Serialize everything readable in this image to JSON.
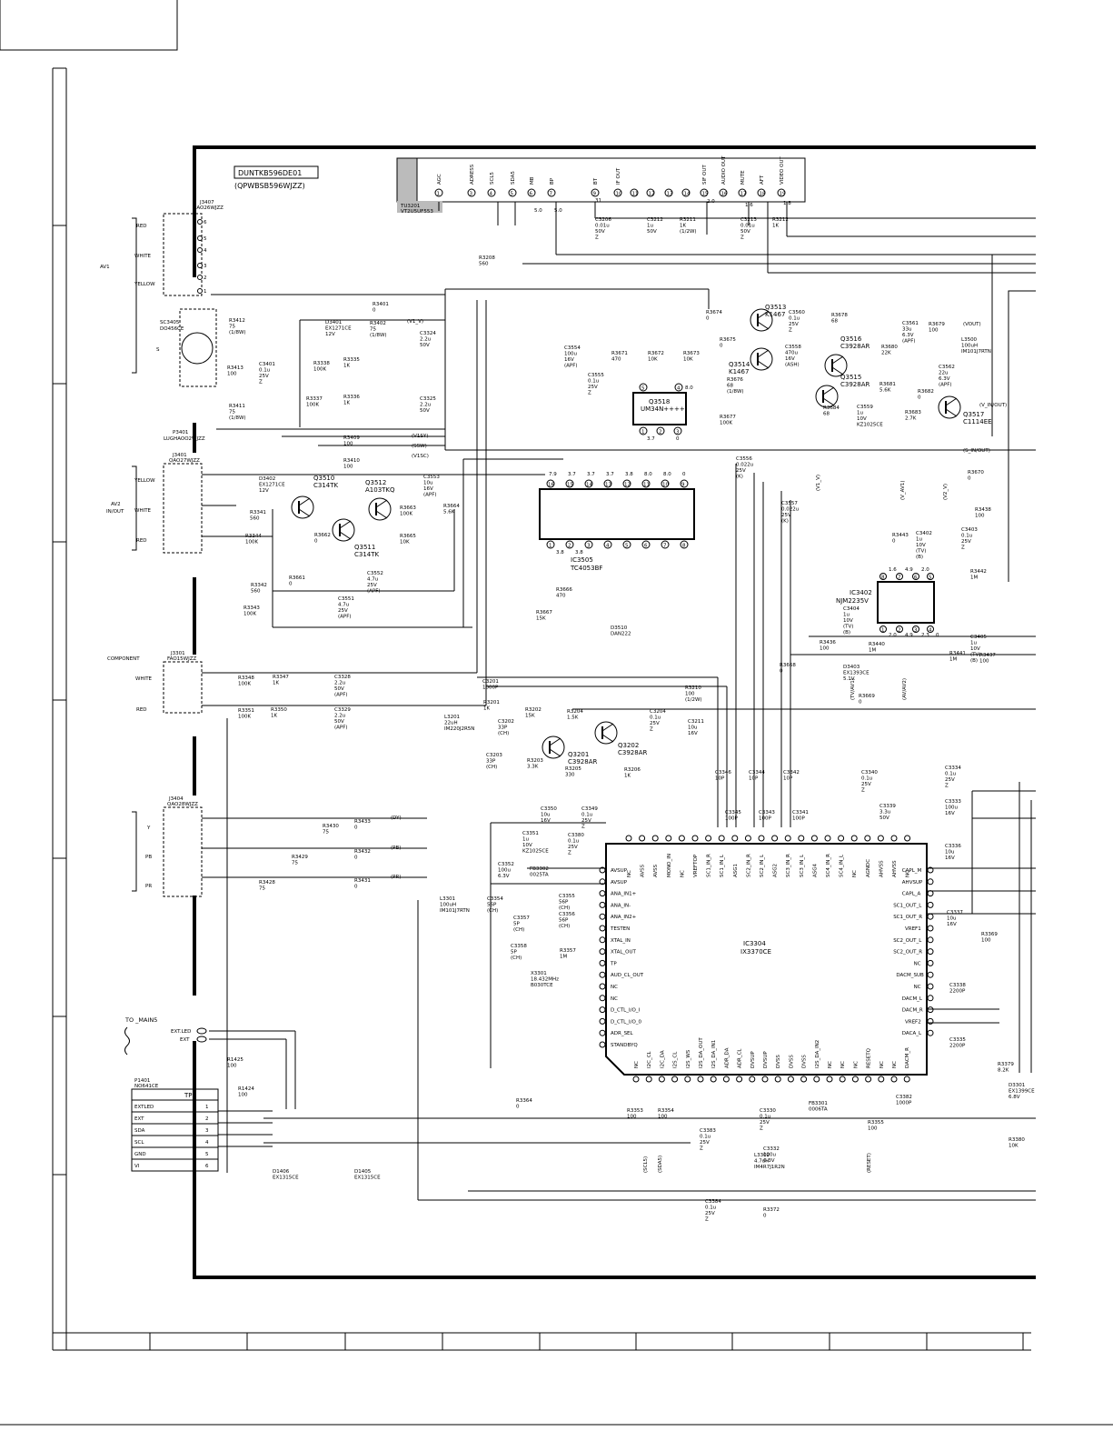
{
  "module": {
    "label": "DUNTKB596DE01",
    "code": "(QPWBSB596WJZZ)"
  },
  "tuner": {
    "ref": "TU3201",
    "part": "VT2U5UF553",
    "pins": [
      "AGC",
      "ADRESS",
      "SCL5",
      "SDA5",
      "MB",
      "BP",
      "BT",
      "IF OUT",
      "SIF OUT",
      "AUDIO OUT",
      "MUTE",
      "AFT",
      "VIDEO OUT"
    ],
    "voltages": [
      "5.0",
      "5.0",
      "31",
      "2.0",
      "1.6",
      "1.8"
    ]
  },
  "connectors": {
    "av1": {
      "label": "AV1",
      "ref": "J3407",
      "part": "QAO26WJZZ",
      "pins": [
        "RED",
        "WHITE",
        "YELLOW"
      ]
    },
    "svideo": {
      "ref": "SC3405",
      "part": "DO456CE",
      "label": "S"
    },
    "p3401": {
      "ref": "P3401",
      "part": "LUGHAOO2WJZZ"
    },
    "av2": {
      "label": "AV2",
      "sub": "IN/OUT",
      "ref": "J3401",
      "part": "QAO27WJZZ",
      "pins": [
        "YELLOW",
        "WHITE",
        "RED"
      ]
    },
    "component": {
      "label": "COMPONENT",
      "ref": "J3301",
      "part": "FAO15WJZZ",
      "pins": [
        "WHITE",
        "RED"
      ]
    },
    "ypbpr": {
      "ref": "J3404",
      "part": "QAO28WJZZ",
      "pins": [
        "Y",
        "PB",
        "PR"
      ]
    },
    "main5": {
      "label": "TO _MAIN5",
      "pins": [
        "EXT.LED",
        "EXT"
      ]
    },
    "p1401": {
      "ref": "P1401",
      "part": "NO641CE",
      "header": "TP2",
      "rows": [
        [
          "EXTLED",
          "1"
        ],
        [
          "EXT",
          "2"
        ],
        [
          "SDA",
          "3"
        ],
        [
          "SCL",
          "4"
        ],
        [
          "GND",
          "5"
        ],
        [
          "VI",
          "6"
        ]
      ]
    }
  },
  "ics": {
    "ic3505": {
      "ref": "IC3505",
      "part": "TC4053BF",
      "top_pins": [
        "16",
        "15",
        "14",
        "13",
        "12",
        "11",
        "10",
        "9"
      ],
      "bot_pins": [
        "1",
        "2",
        "3",
        "4",
        "5",
        "6",
        "7",
        "8"
      ],
      "top_v": [
        "7.9",
        "3.7",
        "3.7",
        "3.7",
        "3.8",
        "8.0",
        "8.0",
        "0"
      ],
      "bot_v": [
        "3.8",
        "3.8"
      ]
    },
    "q3518": {
      "ref": "Q3518",
      "part": "UM34N++++",
      "pins": [
        "5",
        "4",
        "1",
        "2",
        "3"
      ],
      "v": [
        "8.0",
        "3.7",
        "0"
      ]
    },
    "ic3402": {
      "ref": "IC3402",
      "part": "NJM2235V",
      "pins": [
        "8",
        "7",
        "6",
        "5",
        "1",
        "2",
        "3",
        "4"
      ],
      "v": [
        "1.6",
        "4.9",
        "2.0",
        "2.0",
        "4.9",
        "2.3",
        "0"
      ]
    },
    "ic3304": {
      "ref": "IC3304",
      "part": "IX3370CE",
      "left": [
        "AVSUP",
        "AVSUP",
        "ANA_IN1+",
        "ANA_IN-",
        "ANA_IN2+",
        "TESTEN",
        "XTAL_IN",
        "XTAL_OUT",
        "TP",
        "AUD_CL_OUT",
        "NC",
        "NC",
        "D_CTL_I/O_I",
        "D_CTL_I/O_0",
        "ADR_SEL",
        "STANDBYQ"
      ],
      "top": [
        "NC",
        "AVSS",
        "AVSS",
        "MONO_IN",
        "NC",
        "VREFTOP",
        "SC1_IN_R",
        "SC1_IN_L",
        "ASG1",
        "SC2_IN_R",
        "SC2_IN_L",
        "ASG2",
        "SC3_IN_R",
        "SC3_IN_L",
        "ASG4",
        "SC4_IN_R",
        "SC4_IN_L",
        "NC",
        "AGNDC",
        "AHVSS",
        "AHVSS",
        "NC"
      ],
      "right": [
        "CAPL_M",
        "AHVSUP",
        "CAPL_A",
        "SC1_OUT_L",
        "SC1_OUT_R",
        "VREF1",
        "SC2_OUT_L",
        "SC2_OUT_R",
        "NC",
        "DACM_SUB",
        "NC",
        "DACM_L",
        "DACM_R",
        "VREF2",
        "DACA_L"
      ],
      "bottom": [
        "NC",
        "I2C_CL",
        "I2C_DA",
        "I2S_CL",
        "I2S_WS",
        "I2S_DA_OUT",
        "I2S_DA_IN1",
        "ADR_DA",
        "ADR_CL",
        "DVSUP",
        "DVSUP",
        "DVSS",
        "DVSS",
        "DVSS",
        "I2S_DA_IN2",
        "NC",
        "NC",
        "NC",
        "RESETQ",
        "NC",
        "NC",
        "DACM_R"
      ]
    }
  },
  "transistors": [
    {
      "ref": "Q3513",
      "part": "K1467"
    },
    {
      "ref": "Q3514",
      "part": "K1467"
    },
    {
      "ref": "Q3516",
      "part": "C3928AR"
    },
    {
      "ref": "Q3515",
      "part": "C3928AR"
    },
    {
      "ref": "Q3517",
      "part": "C1114EE"
    },
    {
      "ref": "Q3510",
      "part": "C314TK"
    },
    {
      "ref": "Q3511",
      "part": "C314TK"
    },
    {
      "ref": "Q3512",
      "part": "A103TKQ"
    },
    {
      "ref": "Q3201",
      "part": "C3928AR"
    },
    {
      "ref": "Q3202",
      "part": "C3928AR"
    }
  ],
  "diodes": [
    {
      "ref": "D3401",
      "part": "EX1271CE",
      "v": "12V"
    },
    {
      "ref": "D3402",
      "part": "EX1271CE",
      "v": "12V"
    },
    {
      "ref": "D3510",
      "part": "DAN222"
    },
    {
      "ref": "D3403",
      "part": "EX1393CE",
      "v": "5.1V"
    },
    {
      "ref": "D1406",
      "part": "EX1315CE"
    },
    {
      "ref": "D1405",
      "part": "EX1315CE"
    },
    {
      "ref": "D3301",
      "part": "EX1399CE",
      "v": "6.8V"
    }
  ],
  "signals": [
    "(V1_V)",
    "(V1SY)",
    "(SSW)",
    "(V1SC)",
    "(VOUT)",
    "(V_IN/OUT)",
    "(S_IN/OUT)",
    "(DY)",
    "(PB)",
    "(PR)",
    "(V1_V)",
    "(V_AV1)",
    "(V2_V)",
    "(TV/AV1)",
    "(AV/AV2)",
    "(SCL5)",
    "(SDA5)",
    "(RESET)"
  ],
  "parts": {
    "r3401": "R3401\n0",
    "r3402": "R3402\n75\n(1/8W)",
    "r3412": "R3412\n75\n(1/8W)",
    "r3413": "R3413\n100",
    "c3401": "C3401\n0.1u\n25V\nZ",
    "r3338": "R3338\n100K",
    "r3335": "R3335\n1K",
    "c3324": "C3324\n2.2u\n50V",
    "r3337": "R3337\n100K",
    "r3336": "R3336\n1K",
    "c3325": "C3325\n2.2u\n50V",
    "r3411": "R3411\n75\n(1/8W)",
    "r3409": "R3409\n100",
    "r3410": "R3410\n100",
    "c3553": "C3553\n10u\n16V\n(APF)",
    "r3664": "R3664\n5.6K",
    "r3341": "R3341\n560",
    "r3344": "R3344\n100K",
    "r3662": "R3662\n0",
    "r3663": "R3663\n100K",
    "r3665": "R3665\n10K",
    "r3342": "R3342\n560",
    "r3661": "R3661\n0",
    "c3552": "C3552\n4.7u\n25V\n(APF)",
    "r3343": "R3343\n100K",
    "c3551": "C3551\n4.7u\n25V\n(APF)",
    "r3666": "R3666\n470",
    "r3667": "R3667\n15K",
    "c3554": "C3554\n100u\n16V\n(APF)",
    "c3555": "C3555\n0.1u\n25V\nZ",
    "r3671": "R3671\n470",
    "r3672": "R3672\n10K",
    "r3673": "R3673\n10K",
    "r3674": "R3674\n0",
    "r3675": "R3675\n0",
    "c3560": "C3560\n0.1u\n25V\nZ",
    "r3678": "R3678\n68",
    "c3558": "C3558\n470u\n16V\n(ASH)",
    "r3676": "R3676\n68\n(1/8W)",
    "r3677": "R3677\n100K",
    "c3561": "C3561\n33u\n6.3V\n(APF)",
    "r3679": "R3679\n100",
    "l3500": "L3500\n100uH\nIM101J7RTN",
    "c3562": "C3562\n22u\n6.3V\n(APF)",
    "r3680": "R3680\n22K",
    "r3681": "R3681\n5.6K",
    "r3682": "R3682\n0",
    "r3683": "R3683\n2.7K",
    "r3684": "R3684\n68",
    "c3559": "C3559\n1u\n10V\nKZ1025CE",
    "c3556": "C3556\n0.022u\n25V\n(K)",
    "c3557": "C3557\n0.022u\n25V\n(K)",
    "r3670": "R3670\n0",
    "r3438": "R3438\n100",
    "c3402": "C3402\n1u\n10V\n(TV)\n(B)",
    "c3403": "C3403\n0.1u\n25V\nZ",
    "r3443": "R3443\n0",
    "r3442": "R3442\n1M",
    "c3404": "C3404\n1u\n10V\n(TV)\n(B)",
    "r3436": "R3436\n100",
    "r3440": "R3440\n1M",
    "r3441": "R3441\n1M",
    "c3405": "C3405\n1u\n10V\n(TV)\n(B)",
    "r3437": "R3437\n100",
    "r3668": "R3668\n0",
    "r3669": "R3669\n0",
    "r3348": "R3348\n100K",
    "r3347": "R3347\n1K",
    "c3328": "C3328\n2.2u\n50V\n(APF)",
    "r3351": "R3351\n100K",
    "r3350": "R3350\n1K",
    "c3329": "C3329\n2.2u\n50V\n(APF)",
    "c3201": "C3201\n1000P",
    "r3201": "R3201\n1K",
    "l3201": "L3201\n22uH\nIM220J2R5N",
    "c3202": "C3202\n33P\n(CH)",
    "c3203": "C3203\n33P\n(CH)",
    "r3202": "R3202\n15K",
    "r3204": "R3204\n1.5K",
    "r3203": "R3203\n3.3K",
    "r3205": "R3205\n330",
    "c3204": "C3204\n0.1u\n25V\nZ",
    "c3211": "C3211\n10u\n16V",
    "r3210": "R3210\n100\n(1/2W)",
    "r3206": "R3206\n1K",
    "c3206": "C3206\n0.01u\n50V\nZ",
    "c3212": "C3212\n1u\n50V",
    "r3211": "R3211\n1K\n(1/2W)",
    "c3213": "C3213\n0.01u\n50V\nZ",
    "r3212": "R3212\n1K",
    "r3208": "R3208\n560",
    "r3430": "R3430\n75",
    "r3433": "R3433\n0",
    "r3429": "R3429\n75",
    "r3432": "R3432\n0",
    "r3428": "R3428\n75",
    "r3431": "R3431\n0",
    "c3350": "C3350\n10u\n16V",
    "c3349": "C3349\n0.1u\n25V\nZ",
    "c3351": "C3351\n1u\n10V\nKZ1025CE",
    "c3380": "C3380\n0.1u\n25V\nZ",
    "c3352": "C3352\n100u\n6.3V",
    "fb3302": "FB3302\n0025TA",
    "l3301": "L3301\n100uH\nIM101J7RTN",
    "c3354": "C3354\n56P\n(CH)",
    "c3355": "C3355\n56P\n(CH)",
    "c3356": "C3356\n56P\n(CH)",
    "c3357": "C3357\n5P\n(CH)",
    "c3358": "C3358\n5P\n(CH)",
    "r3357": "R3357\n1M",
    "x3301": "X3301\n18.432MHz\nB030TCE",
    "c3346": "C3346\n10P",
    "c3345": "C3345\n100P",
    "c3344": "C3344\n10P",
    "c3343": "C3343\n100P",
    "c3342": "C3342\n10P",
    "c3341": "C3341\n100P",
    "c3340": "C3340\n0.1u\n25V\nZ",
    "c3339": "C3339\n3.3u\n50V",
    "c3334": "C3334\n0.1u\n25V\nZ",
    "c3333": "C3333\n100u\n16V",
    "c3336": "C3336\n10u\n16V",
    "c3337": "C3337\n10u\n16V",
    "r3369": "R3369\n100",
    "c3338": "C3338\n2200P",
    "c3335": "C3335\n2200P",
    "r3379": "R3379\n8.2K",
    "r3380": "R3380\n10K",
    "r3364": "R3364\n0",
    "r3353": "R3353\n100",
    "r3354": "R3354\n100",
    "c3383": "C3383\n0.1u\n25V\nZ",
    "c3330": "C3330\n0.1u\n25V\nZ",
    "fb3301": "FB3301\n0006TA",
    "c3332": "C3332\n100u\n6.3V",
    "l3302": "L3302\n4.7uH\nIM4R7J1R2N",
    "c3382": "C3382\n1000P",
    "r3355": "R3355\n100",
    "c3384": "C3384\n0.1u\n25V\nZ",
    "r3372": "R3372\n0",
    "r1425": "R1425\n100",
    "r1424": "R1424\n100"
  }
}
